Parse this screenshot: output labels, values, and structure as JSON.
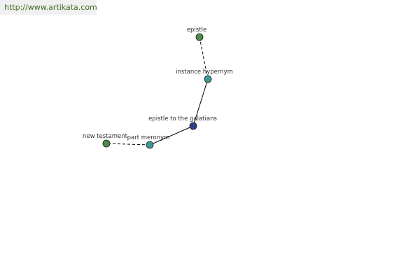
{
  "source_url": "http://www.artikata.com",
  "colors": {
    "word_node": "#4f8a4f",
    "relation_node": "#3a9a96",
    "focus_node": "#2e3e8a",
    "edge": "#000000",
    "url_text": "#3d6b1e"
  },
  "graph": {
    "nodes": [
      {
        "id": "epistle",
        "label": "epistle",
        "kind": "word"
      },
      {
        "id": "instance-hypernym",
        "label": "instance hypernym",
        "kind": "relation"
      },
      {
        "id": "epistle-to-the-galatians",
        "label": "epistle to the galatians",
        "kind": "focus"
      },
      {
        "id": "part-meronym",
        "label": "part meronym",
        "kind": "relation"
      },
      {
        "id": "new-testament",
        "label": "new testament",
        "kind": "word"
      }
    ],
    "edges": [
      {
        "from": "epistle",
        "to": "instance-hypernym",
        "style": "dashed"
      },
      {
        "from": "instance-hypernym",
        "to": "epistle-to-the-galatians",
        "style": "solid"
      },
      {
        "from": "epistle-to-the-galatians",
        "to": "part-meronym",
        "style": "solid"
      },
      {
        "from": "part-meronym",
        "to": "new-testament",
        "style": "dashed"
      }
    ]
  }
}
